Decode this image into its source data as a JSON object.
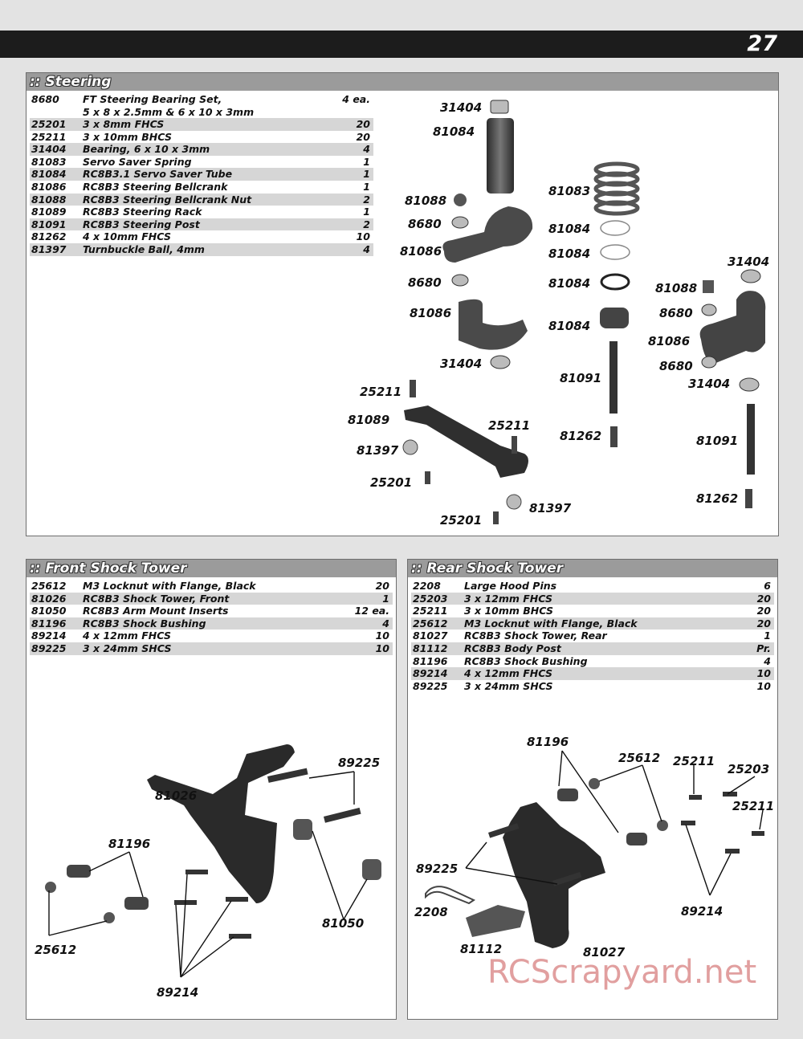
{
  "page": {
    "number": "27",
    "watermark": "RCScrapyard.net"
  },
  "steering": {
    "title": ":: Steering",
    "parts": [
      {
        "no": "8680",
        "desc": "FT Steering Bearing Set,\n5 x 8 x 2.5mm & 6 x 10 x 3mm",
        "qty": "4 ea."
      },
      {
        "no": "25201",
        "desc": "3 x 8mm FHCS",
        "qty": "20"
      },
      {
        "no": "25211",
        "desc": "3 x 10mm BHCS",
        "qty": "20"
      },
      {
        "no": "31404",
        "desc": "Bearing, 6 x 10 x 3mm",
        "qty": "4"
      },
      {
        "no": "81083",
        "desc": "Servo Saver Spring",
        "qty": "1"
      },
      {
        "no": "81084",
        "desc": "RC8B3.1 Servo Saver Tube",
        "qty": "1"
      },
      {
        "no": "81086",
        "desc": "RC8B3 Steering Bellcrank",
        "qty": "1"
      },
      {
        "no": "81088",
        "desc": "RC8B3 Steering Bellcrank Nut",
        "qty": "2"
      },
      {
        "no": "81089",
        "desc": "RC8B3 Steering Rack",
        "qty": "1"
      },
      {
        "no": "81091",
        "desc": "RC8B3 Steering Post",
        "qty": "2"
      },
      {
        "no": "81262",
        "desc": "4 x 10mm FHCS",
        "qty": "10"
      },
      {
        "no": "81397",
        "desc": "Turnbuckle Ball, 4mm",
        "qty": "4"
      }
    ],
    "callouts": [
      "31404",
      "81084",
      "81088",
      "8680",
      "81086",
      "8680",
      "81086",
      "31404",
      "25211",
      "81089",
      "81397",
      "25201",
      "25211",
      "25201",
      "81397",
      "81083",
      "81084",
      "81084",
      "81084",
      "81084",
      "81091",
      "81262",
      "31404",
      "81088",
      "8680",
      "81086",
      "8680",
      "31404",
      "81091",
      "81262"
    ]
  },
  "front_shock_tower": {
    "title": ":: Front Shock Tower",
    "parts": [
      {
        "no": "25612",
        "desc": "M3 Locknut with Flange, Black",
        "qty": "20"
      },
      {
        "no": "81026",
        "desc": "RC8B3 Shock Tower, Front",
        "qty": "1"
      },
      {
        "no": "81050",
        "desc": "RC8B3 Arm Mount Inserts",
        "qty": "12 ea."
      },
      {
        "no": "81196",
        "desc": "RC8B3 Shock Bushing",
        "qty": "4"
      },
      {
        "no": "89214",
        "desc": "4 x 12mm FHCS",
        "qty": "10"
      },
      {
        "no": "89225",
        "desc": "3 x 24mm SHCS",
        "qty": "10"
      }
    ],
    "callouts": [
      "89225",
      "81026",
      "81196",
      "25612",
      "81050",
      "89214"
    ]
  },
  "rear_shock_tower": {
    "title": ":: Rear Shock Tower",
    "parts": [
      {
        "no": "2208",
        "desc": "Large Hood Pins",
        "qty": "6"
      },
      {
        "no": "25203",
        "desc": "3 x 12mm FHCS",
        "qty": "20"
      },
      {
        "no": "25211",
        "desc": "3 x 10mm BHCS",
        "qty": "20"
      },
      {
        "no": "25612",
        "desc": "M3 Locknut with Flange, Black",
        "qty": "20"
      },
      {
        "no": "81027",
        "desc": "RC8B3 Shock Tower, Rear",
        "qty": "1"
      },
      {
        "no": "81112",
        "desc": "RC8B3 Body Post",
        "qty": "Pr."
      },
      {
        "no": "81196",
        "desc": "RC8B3 Shock Bushing",
        "qty": "4"
      },
      {
        "no": "89214",
        "desc": "4 x 12mm FHCS",
        "qty": "10"
      },
      {
        "no": "89225",
        "desc": "3 x 24mm SHCS",
        "qty": "10"
      }
    ],
    "callouts": [
      "81196",
      "25612",
      "25211",
      "25203",
      "25211",
      "89225",
      "2208",
      "81112",
      "81027",
      "89214"
    ]
  }
}
